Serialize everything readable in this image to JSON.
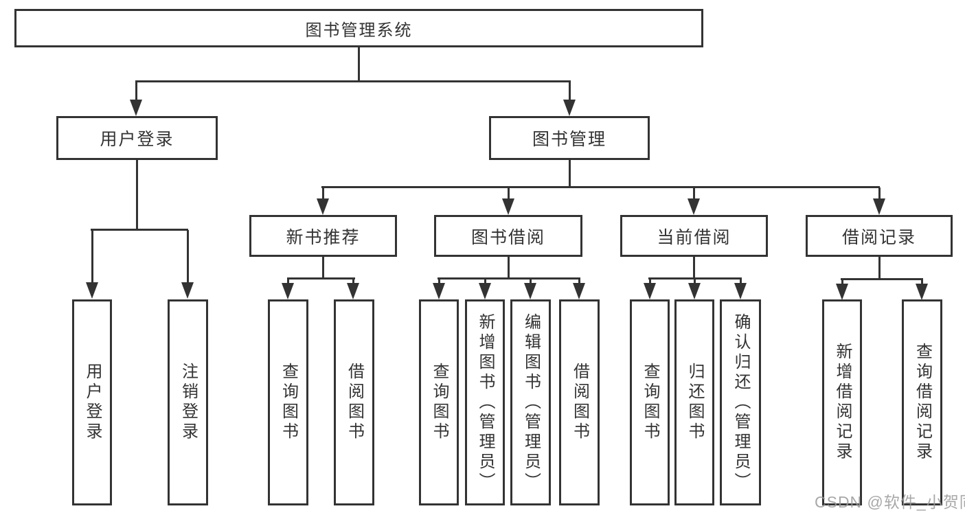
{
  "tree": {
    "label": "图书管理系统",
    "children": [
      {
        "label": "用户登录",
        "children": [
          {
            "label": "用户登录"
          },
          {
            "label": "注销登录"
          }
        ]
      },
      {
        "label": "图书管理",
        "children": [
          {
            "label": "新书推荐",
            "children": [
              {
                "label": "查询图书"
              },
              {
                "label": "借阅图书"
              }
            ]
          },
          {
            "label": "图书借阅",
            "children": [
              {
                "label": "查询图书"
              },
              {
                "label": "新增图书（管理员）"
              },
              {
                "label": "编辑图书（管理员）"
              },
              {
                "label": "借阅图书"
              }
            ]
          },
          {
            "label": "当前借阅",
            "children": [
              {
                "label": "查询图书"
              },
              {
                "label": "归还图书"
              },
              {
                "label": "确认归还（管理员）"
              }
            ]
          },
          {
            "label": "借阅记录",
            "children": [
              {
                "label": "新增借阅记录"
              },
              {
                "label": "查询借阅记录"
              }
            ]
          }
        ]
      }
    ]
  },
  "watermark": {
    "text": "CSDN @软件_小贺同学"
  },
  "colors": {
    "line": "#333333",
    "text": "#333333",
    "background": "#ffffff",
    "watermark": "#9a9a9a"
  }
}
